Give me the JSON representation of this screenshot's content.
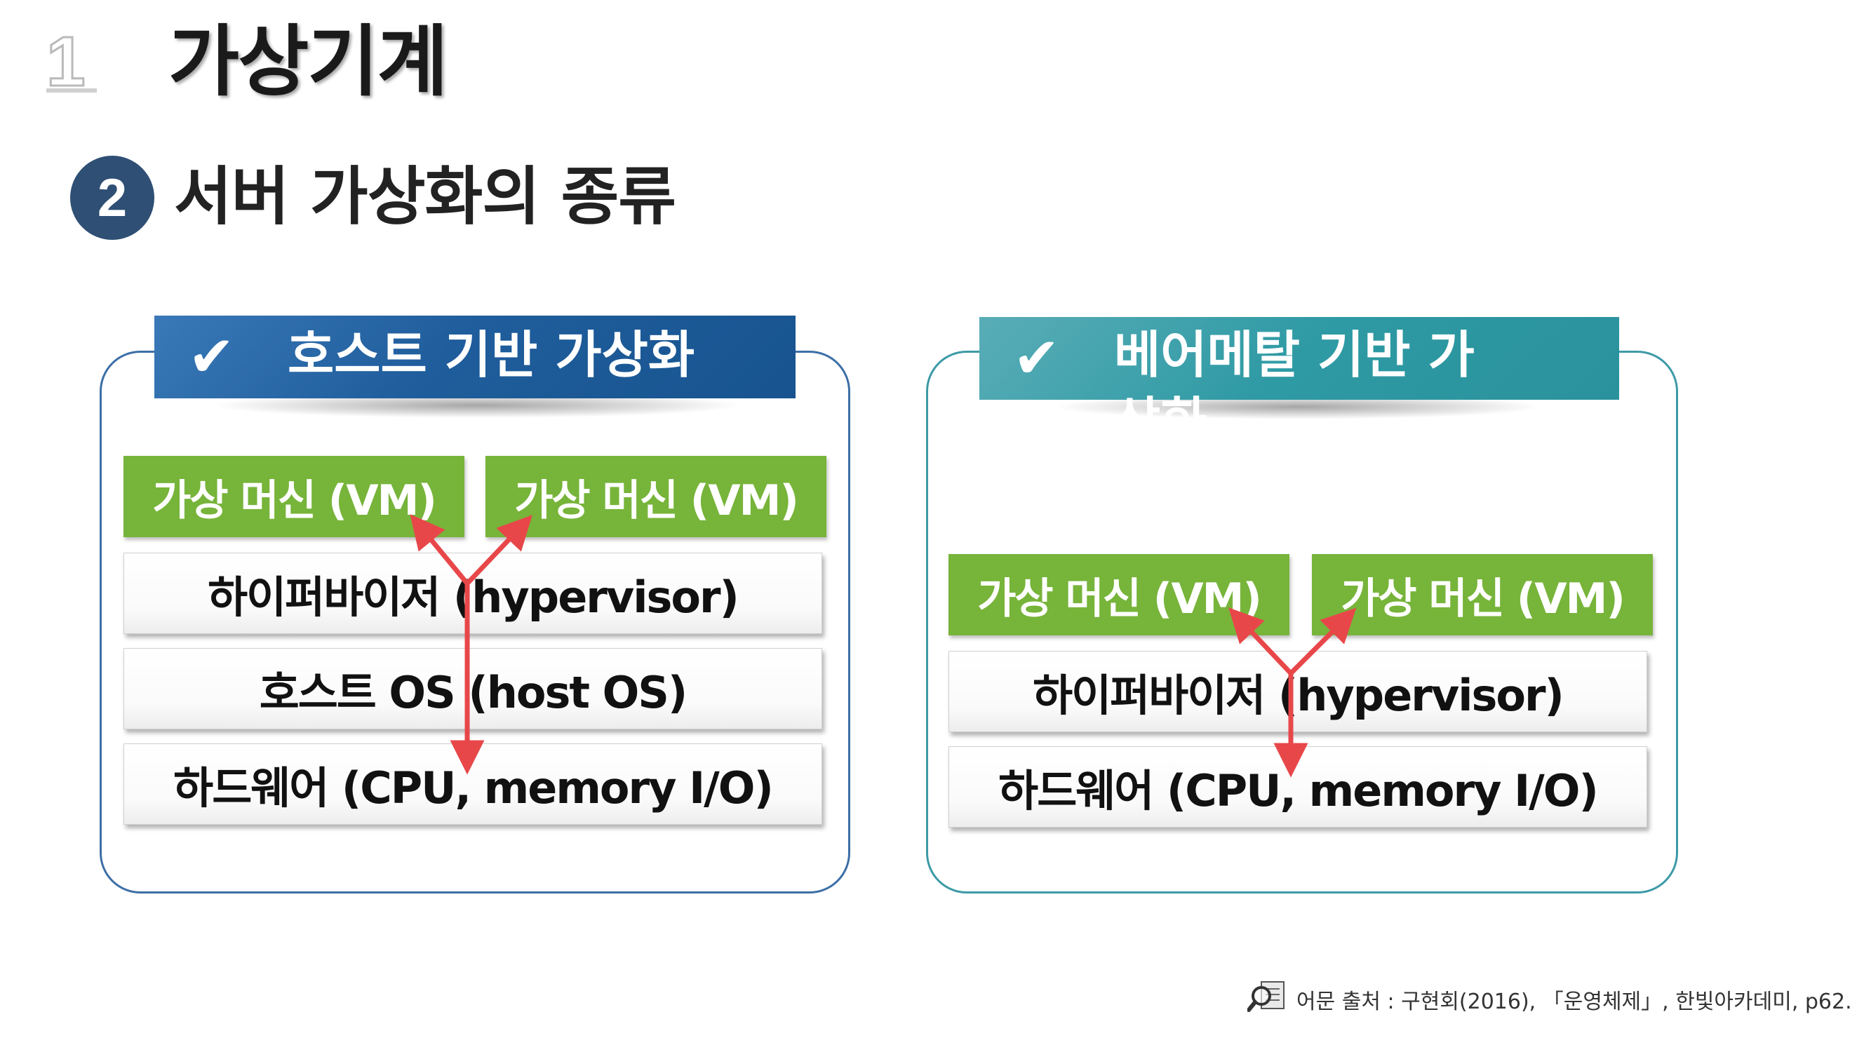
{
  "section_number": "1",
  "title": "가상기계",
  "subtitle": {
    "badge": "2",
    "text": "서버 가상화의 종류"
  },
  "left_panel": {
    "header": "호스트 기반 가상화",
    "header_icon": "checkmark-icon",
    "vm_boxes": [
      "가상 머신 (VM)",
      "가상 머신 (VM)"
    ],
    "layers": [
      "하이퍼바이저  (hypervisor)",
      "호스트 OS (host OS)",
      "하드웨어 (CPU, memory I/O)"
    ]
  },
  "right_panel": {
    "header": "베어메탈 기반 가상화",
    "header_icon": "checkmark-icon",
    "vm_boxes": [
      "가상 머신 (VM)",
      "가상 머신 (VM)"
    ],
    "layers": [
      "하이퍼바이저  (hypervisor)",
      "하드웨어 (CPU, memory I/O)"
    ]
  },
  "citation": {
    "icon": "magnifier-document-icon",
    "text": "어문 출처 : 구현회(2016), 「운영체제」, 한빛아카데미, p62."
  },
  "colors": {
    "left_header": "#1f5d9c",
    "right_header": "#2e9aa4",
    "vm_green": "#77b43a",
    "arrow_red": "#e8474a",
    "badge": "#2f4f74"
  }
}
